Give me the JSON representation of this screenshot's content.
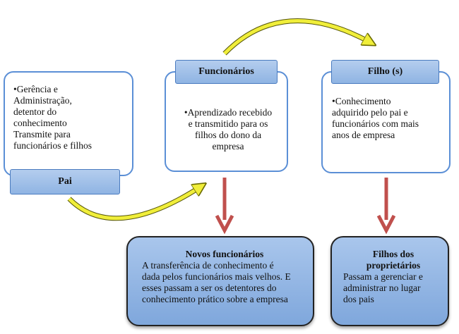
{
  "pai": {
    "label": "Pai",
    "lines": [
      "Gerência e",
      "Administração,",
      "detentor do",
      "conhecimento",
      "Transmite para",
      "funcionários e filhos"
    ]
  },
  "funcionarios": {
    "label": "Funcionários",
    "lines": [
      "Aprendizado recebido",
      "e transmitido para os",
      "filhos do dono da",
      "empresa"
    ]
  },
  "filho": {
    "label": "Filho (s)",
    "lines": [
      "Conhecimento",
      "adquirido pelo pai e",
      "funcionários com mais",
      "anos de empresa"
    ]
  },
  "novos": {
    "title": "Novos funcionários",
    "lines": [
      "A transferência de conhecimento é",
      "dada pelos funcionários mais velhos. E",
      "esses passam a ser os detentores do",
      "conhecimento prático sobre a empresa"
    ]
  },
  "filhos_prop": {
    "title_lines": [
      "Filhos dos",
      "proprietários"
    ],
    "lines": [
      "Passam a gerenciar e",
      "administrar no lugar",
      "dos pais"
    ]
  },
  "colors": {
    "curved_arrow": "#f0ee3a",
    "down_arrow": "#c0504d",
    "border": "#5b8fd6"
  }
}
